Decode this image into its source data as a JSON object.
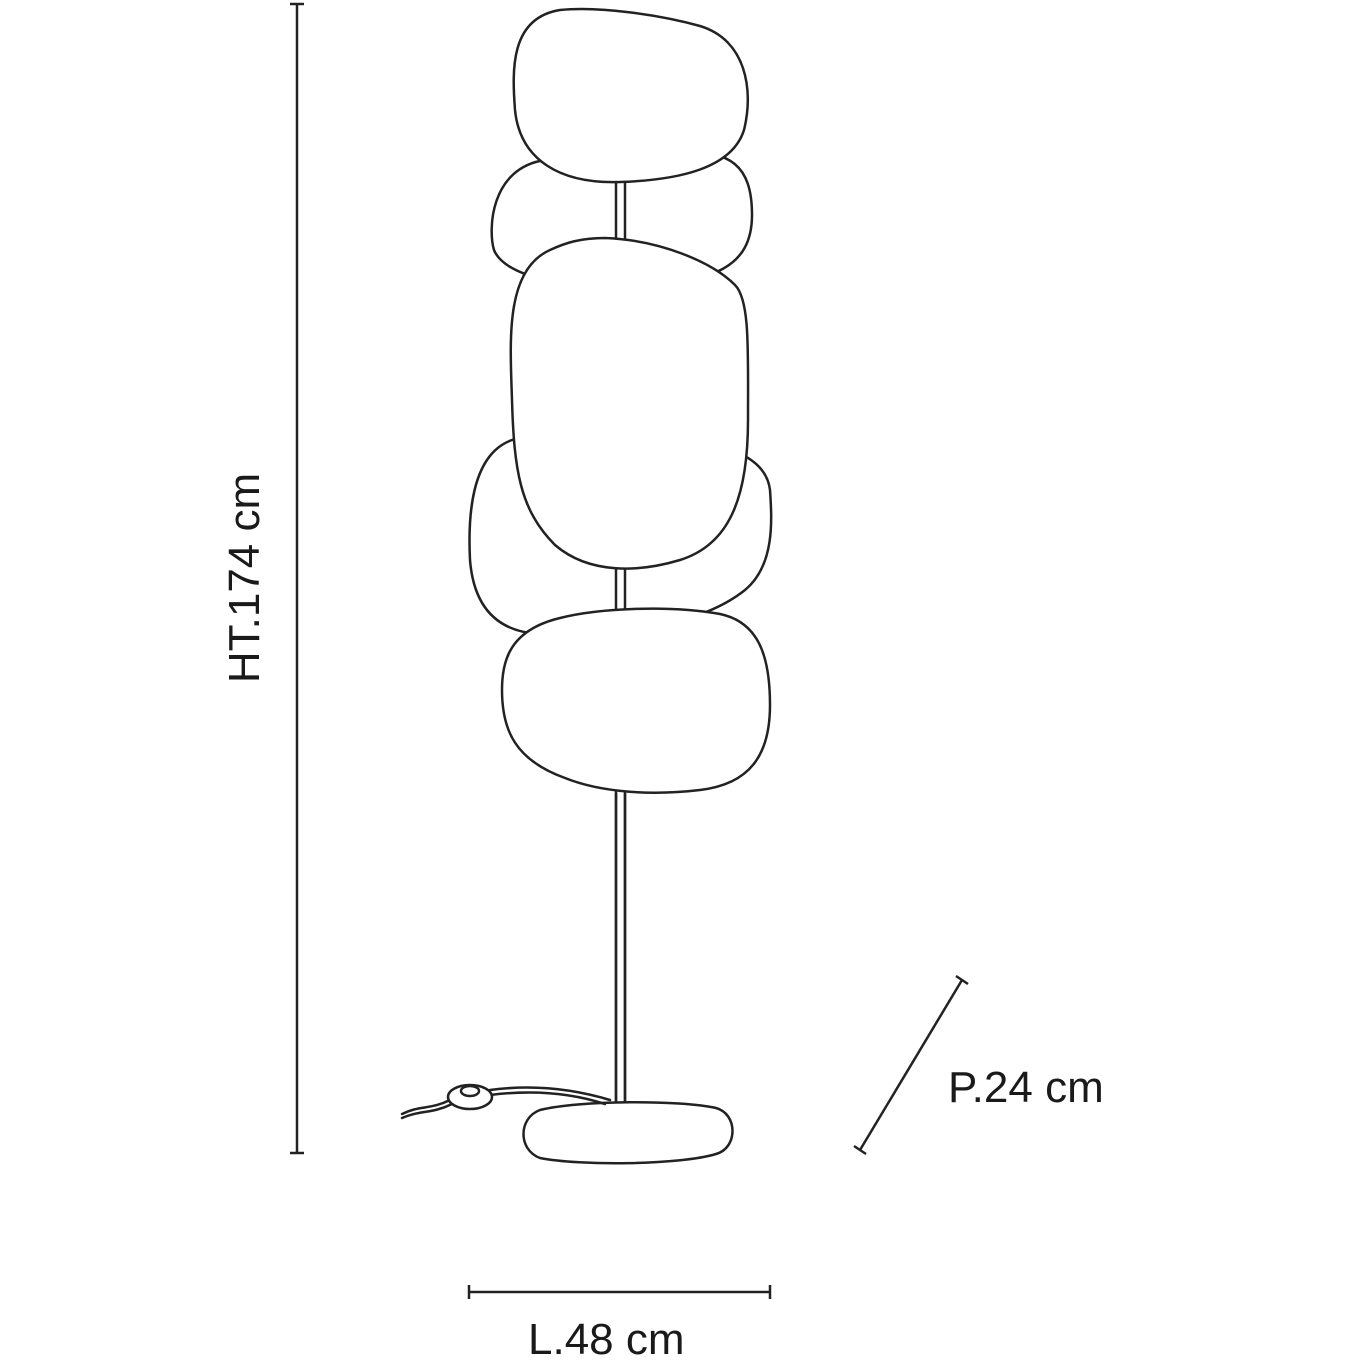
{
  "dimensions": {
    "height_label": "HT.174 cm",
    "depth_label": "P.24 cm",
    "width_label": "L.48 cm"
  },
  "product": {
    "shade_count": 5,
    "line_color": "#222222",
    "background": "#ffffff"
  }
}
